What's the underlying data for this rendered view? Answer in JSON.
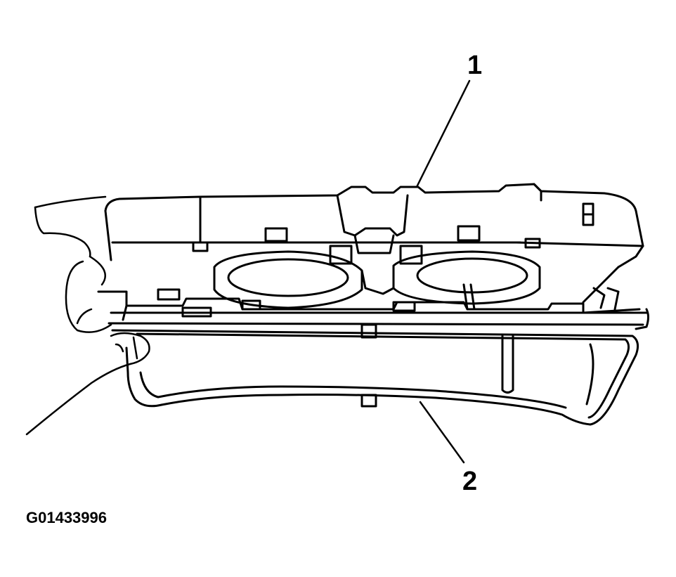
{
  "figure": {
    "figure_id": "G01433996",
    "callouts": [
      {
        "number": "1"
      },
      {
        "number": "2"
      }
    ]
  },
  "colors": {
    "ink": "#000000",
    "paper": "#ffffff"
  }
}
